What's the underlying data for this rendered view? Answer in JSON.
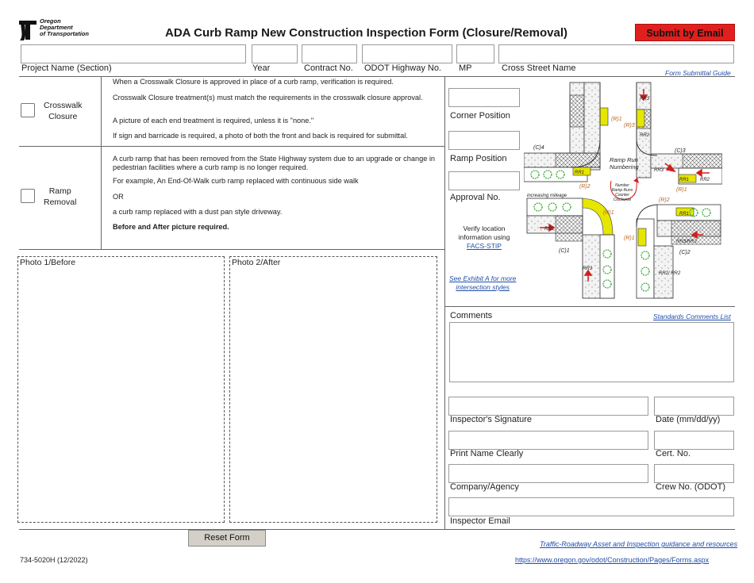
{
  "header": {
    "logo_text": [
      "Oregon",
      "Department",
      "of Transportation"
    ],
    "title": "ADA Curb Ramp New Construction Inspection Form (Closure/Removal)",
    "submit_label": "Submit by Email"
  },
  "top_fields": {
    "project_name": "Project Name (Section)",
    "year": "Year",
    "contract_no": "Contract No.",
    "highway_no": "ODOT Highway No.",
    "mp": "MP",
    "cross_street": "Cross Street Name",
    "submittal_guide": "Form Submittal Guide"
  },
  "crosswalk": {
    "label_line1": "Crosswalk",
    "label_line2": "Closure",
    "instructions": [
      "When a Crosswalk Closure is approved in place of a curb ramp, verification is required.",
      "Crosswalk Closure treatment(s) must match the requirements in the crosswalk closure approval.",
      "A picture of each end treatment is required, unless it is \"none.\"",
      "If sign and barricade is required, a photo of both the front and back is required for submittal."
    ]
  },
  "ramp_removal": {
    "label_line1": "Ramp",
    "label_line2": "Removal",
    "instructions": [
      "A curb ramp that has been removed from the State Highway system due to an upgrade or change in pedestrian facilities where a curb ramp is no longer required.",
      "For example, An End-Of-Walk curb ramp replaced with continuous side walk",
      "OR",
      "a curb ramp replaced with a dust pan style driveway.",
      "Before and After picture required."
    ]
  },
  "photos": {
    "before": "Photo 1/Before",
    "after": "Photo 2/After"
  },
  "location": {
    "corner_position": "Corner Position",
    "ramp_position": "Ramp Position",
    "approval_no": "Approval No.",
    "verify_text": [
      "Verify location",
      "information using"
    ],
    "facs_link": "FACS-STIP",
    "exhibit_link": [
      "See Exhibit A for more",
      "intersection styles"
    ]
  },
  "diagram": {
    "ramp_run_title": [
      "Ramp Run",
      "Numbering"
    ],
    "center_note": [
      "Number",
      "Ramp Runs",
      "Counter",
      "Clockwise"
    ],
    "increasing_mileage": "increasing mileage",
    "labels": {
      "c1": "(C)1",
      "c2": "(C)2",
      "c3": "(C)3",
      "c4": "(C)4",
      "r1": "(R)1",
      "r2": "(R)2",
      "r3": "(R)3",
      "rr1": "RR1",
      "rr2": "RR2",
      "rr3": "RR3",
      "rr3rr3": "RR3/RR3",
      "rr2rr2": "RR2/ RR2"
    },
    "colors": {
      "ramp_yellow": "#e6e600",
      "arrow_red": "#d0201c",
      "grass_green": "#3aa83a"
    }
  },
  "comments": {
    "label": "Comments",
    "link": "Standards Comments List"
  },
  "inspector": {
    "signature": "Inspector's Signature",
    "date": "Date (mm/dd/yy)",
    "print_name": "Print Name Clearly",
    "cert_no": "Cert. No.",
    "company": "Company/Agency",
    "crew_no": "Crew No. (ODOT)",
    "email": "Inspector Email"
  },
  "footer": {
    "reset_label": "Reset Form",
    "form_id": "734-5020H (12/2022)",
    "guidance_link": "Traffic-Roadway Asset and Inspection guidance and resources",
    "forms_url": "https://www.oregon.gov/odot/Construction/Pages/Forms.aspx"
  }
}
